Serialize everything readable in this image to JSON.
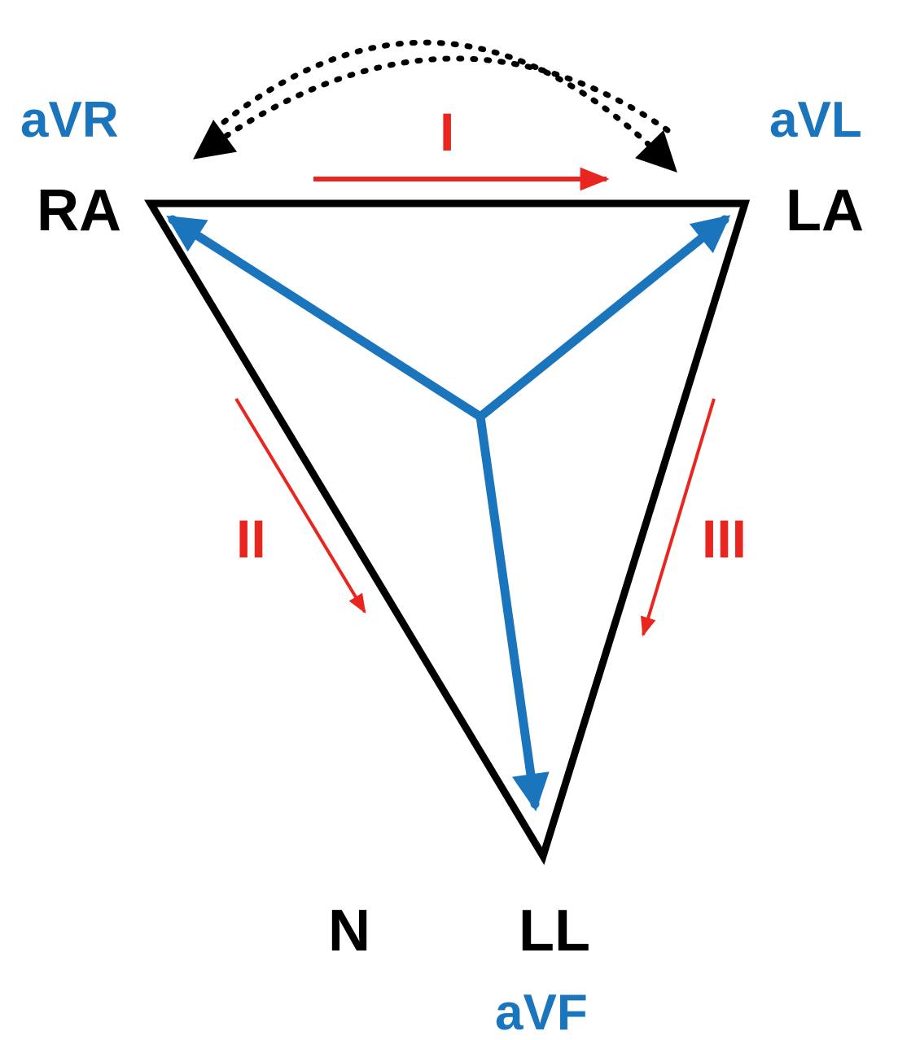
{
  "colors": {
    "triangle": "#000000",
    "augmented_lead": "#1a75bc",
    "limb_lead": "#e8261f",
    "dotted": "#000000",
    "node_label": "#000000"
  },
  "labels": {
    "ra": "RA",
    "la": "LA",
    "ll": "LL",
    "n": "N",
    "avr": "aVR",
    "avl": "aVL",
    "avf": "aVF",
    "lead_i": "I",
    "lead_ii": "II",
    "lead_iii": "III"
  }
}
